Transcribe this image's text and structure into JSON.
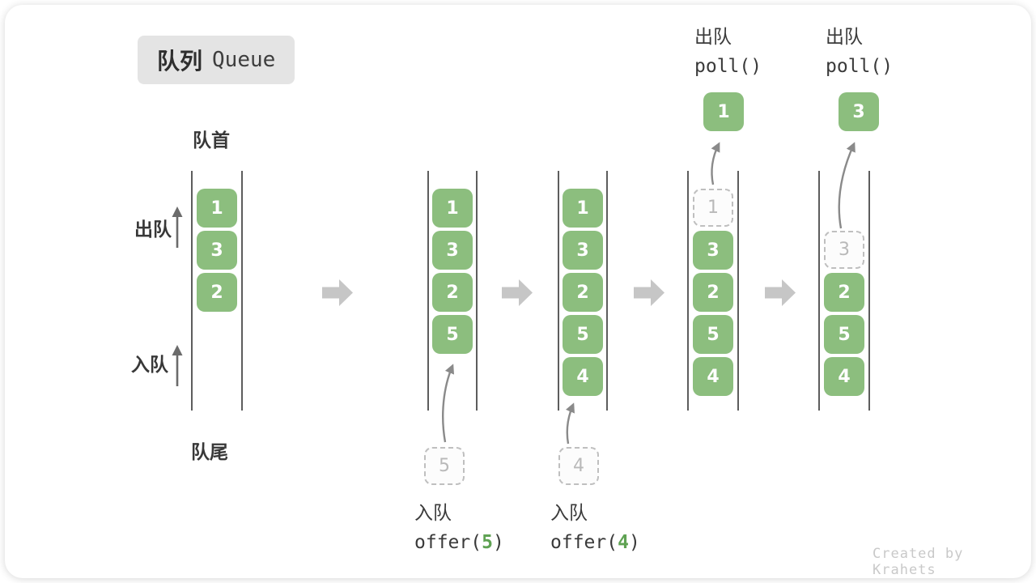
{
  "card": {
    "title_zh": "队列",
    "title_en": "Queue",
    "watermark": "Created by Krahets"
  },
  "labels": {
    "front": "队首",
    "rear": "队尾",
    "dequeue": "出队",
    "enqueue": "入队"
  },
  "colors": {
    "box_green": "#8CBE7E",
    "code_green": "#5fa253",
    "block_arrow_gray": "#c6c6c6",
    "container_line": "#5d5d5d",
    "badge_bg": "#e4e4e4"
  },
  "operations": {
    "enqueue5": {
      "name": "入队",
      "code": [
        "offer(",
        "5",
        ")"
      ]
    },
    "enqueue4": {
      "name": "入队",
      "code": [
        "offer(",
        "4",
        ")"
      ]
    },
    "poll1": {
      "name": "出队",
      "code": "poll()"
    },
    "poll2": {
      "name": "出队",
      "code": "poll()"
    }
  },
  "queues": [
    {
      "boxes": [
        {
          "v": "1"
        },
        {
          "v": "3"
        },
        {
          "v": "2"
        }
      ]
    },
    {
      "boxes": [
        {
          "v": "1"
        },
        {
          "v": "3"
        },
        {
          "v": "2"
        },
        {
          "v": "5"
        }
      ],
      "pending": "5"
    },
    {
      "boxes": [
        {
          "v": "1"
        },
        {
          "v": "3"
        },
        {
          "v": "2"
        },
        {
          "v": "5"
        },
        {
          "v": "4"
        }
      ],
      "pending": "4"
    },
    {
      "boxes": [
        {
          "v": "1",
          "dashed": true
        },
        {
          "v": "3"
        },
        {
          "v": "2"
        },
        {
          "v": "5"
        },
        {
          "v": "4"
        }
      ],
      "ejected": "1"
    },
    {
      "boxes": [
        {
          "v": "3",
          "dashed": true
        },
        {
          "v": "2"
        },
        {
          "v": "5"
        },
        {
          "v": "4"
        }
      ],
      "ejected": "3"
    }
  ]
}
